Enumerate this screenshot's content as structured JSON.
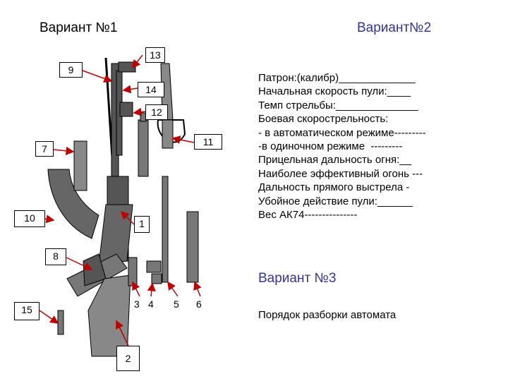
{
  "titles": {
    "variant1": "Вариант №1",
    "variant2": "Вариант№2",
    "variant3": "Вариант №3"
  },
  "info_lines": [
    "Патрон:(калибр)_____________",
    "Начальная скорость пули:____",
    "Темп стрельбы:______________",
    "Боевая скорострельность:",
    "- в автоматическом режиме---------",
    "-в одиночном режиме  ---------",
    "Прицельная дальность огня:__",
    "Наиболее эффективный огонь ---",
    "Дальность прямого выстрела -",
    "Убойное действие пули:______",
    "Вес АК74---------------"
  ],
  "order_text": "Порядок разборки автомата",
  "labels": {
    "l13": "13",
    "l9": "9",
    "l14": "14",
    "l12": "12",
    "l11": "11",
    "l7": "7",
    "l10": "10",
    "l1": "1",
    "l8": "8",
    "l15": "15",
    "l2": "2",
    "l3": "3",
    "l4": "4",
    "l5": "5",
    "l6": "6"
  },
  "colors": {
    "accent": "#333399",
    "arrow": "#c00000"
  }
}
